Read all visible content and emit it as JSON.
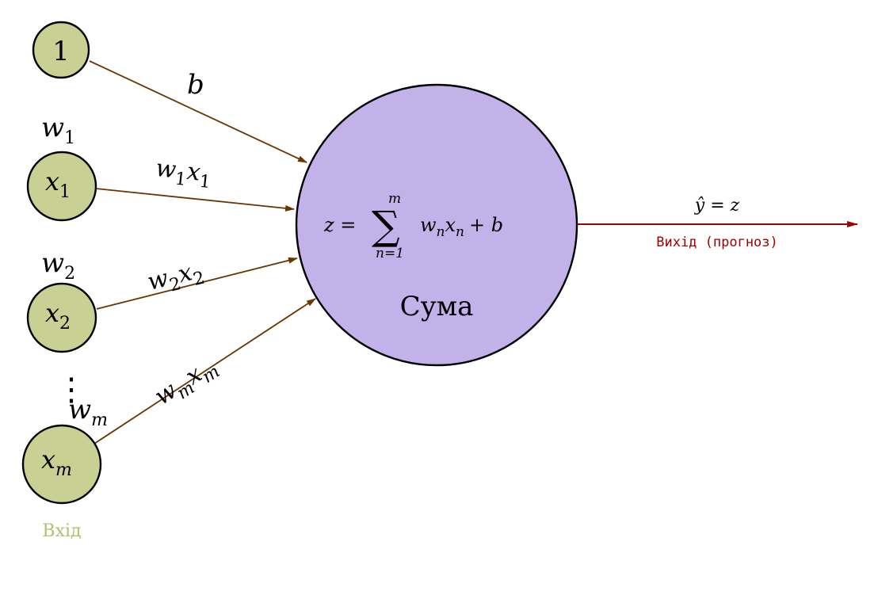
{
  "inputs": {
    "bias_node": "1",
    "x1": "x",
    "x1_sub": "1",
    "x2": "x",
    "x2_sub": "2",
    "xm": "x",
    "xm_sub": "m"
  },
  "weights": {
    "w1": "w",
    "w1_sub": "1",
    "w2": "w",
    "w2_sub": "2",
    "wm": "w",
    "wm_sub": "m"
  },
  "edge_labels": {
    "b": "b",
    "w1x1_w": "w",
    "w1x1_wsub": "1",
    "w1x1_x": "x",
    "w1x1_xsub": "1",
    "w2x2_w": "w",
    "w2x2_wsub": "2",
    "w2x2_x": "x",
    "w2x2_xsub": "2",
    "wmxm_w": "w",
    "wmxm_wsub": "m",
    "wmxm_x": "x",
    "wmxm_xsub": "m"
  },
  "sum_node": {
    "formula_lhs": "z =",
    "sigma": "∑",
    "sigma_top": "m",
    "sigma_bottom": "n=1",
    "w": "w",
    "w_sub": "n",
    "x": "x",
    "x_sub": "n",
    "plus_b": "+ b",
    "label": "Сума"
  },
  "output": {
    "formula": "ŷ = z",
    "label": "Вихід (прогноз)"
  },
  "input_label": "Вхід",
  "dots": "⋮",
  "colors": {
    "input_fill": "#c8d093",
    "sum_fill": "#c3b2ea",
    "edge": "#6a3500",
    "output": "#a00000",
    "input_label": "#b5bf6e"
  }
}
